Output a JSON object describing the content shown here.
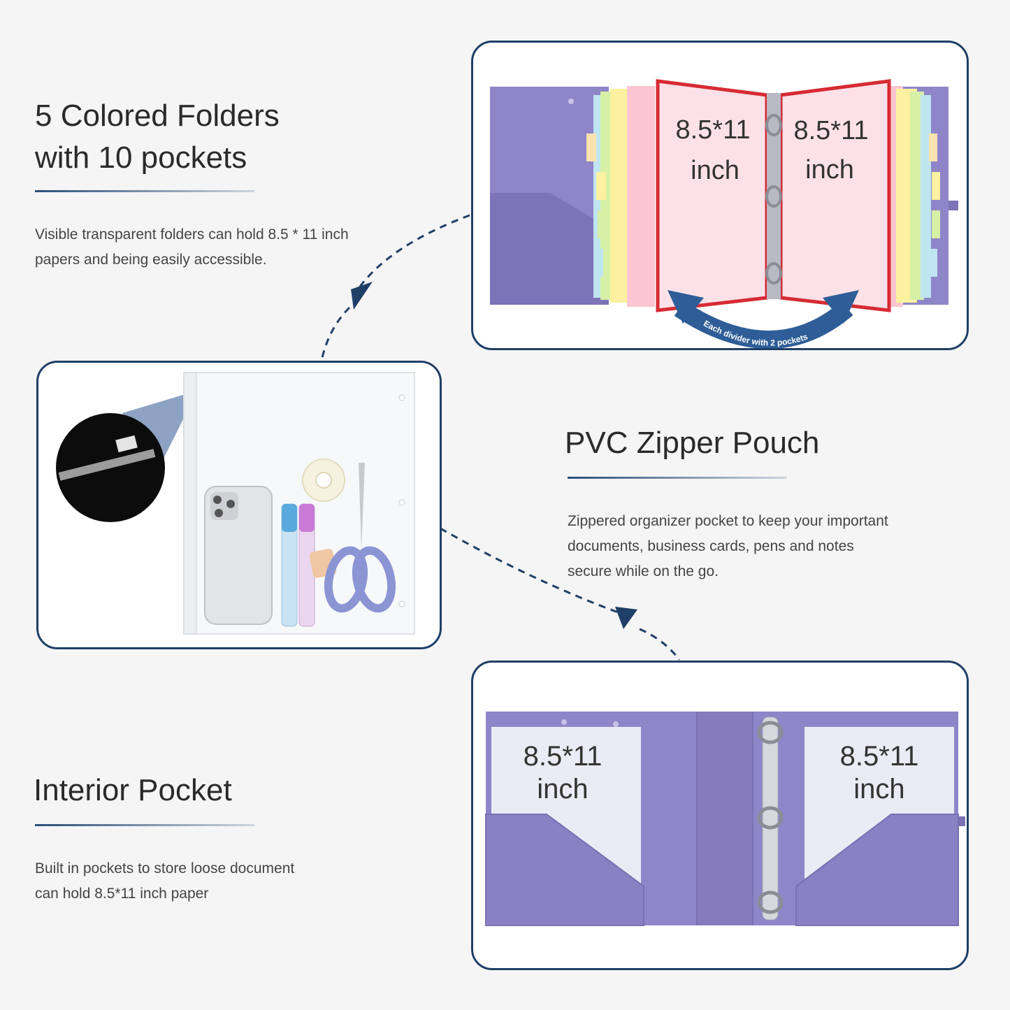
{
  "section1": {
    "title_line1": "5 Colored Folders",
    "title_line2": "with 10 pockets",
    "description_line1": "Visible transparent folders can hold 8.5 * 11 inch",
    "description_line2": "papers and being easily accessible.",
    "left_page_label_line1": "8.5*11",
    "left_page_label_line2": "inch",
    "right_page_label_line1": "8.5*11",
    "right_page_label_line2": "inch",
    "arc_caption": "Each divider with 2 pockets"
  },
  "section2": {
    "title": "PVC Zipper Pouch",
    "description_line1": "Zippered organizer pocket to keep your important",
    "description_line2": "documents, business cards, pens and notes",
    "description_line3": "secure while on the go."
  },
  "section3": {
    "title": "Interior Pocket",
    "description_line1": "Built in pockets to store loose document",
    "description_line2": "can hold 8.5*11 inch paper",
    "left_pocket_label_line1": "8.5*11",
    "left_pocket_label_line2": "inch",
    "right_pocket_label_line1": "8.5*11",
    "right_pocket_label_line2": "inch"
  },
  "colors": {
    "card_border": "#1f3f66",
    "binder_purple": "#8f85c9",
    "arrow_blue": "#2e5d97"
  }
}
